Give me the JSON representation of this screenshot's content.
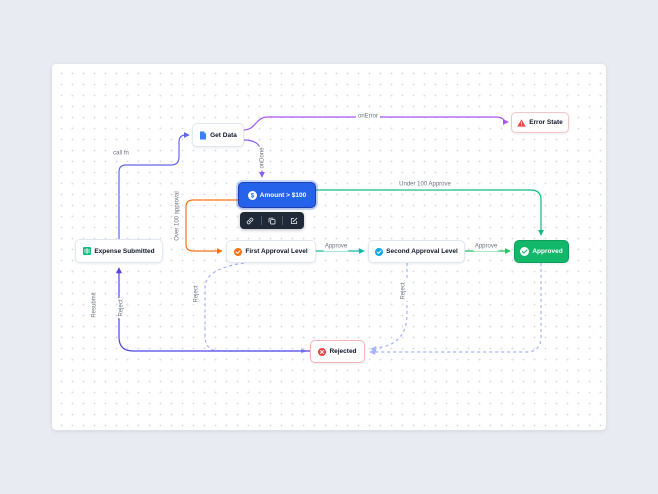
{
  "nodes": {
    "expense_submitted": {
      "label": "Expense Submitted"
    },
    "get_data": {
      "label": "Get Data"
    },
    "amount": {
      "label": "Amount > $100"
    },
    "error_state": {
      "label": "Error State"
    },
    "first_approval": {
      "label": "First Approval Level"
    },
    "second_approval": {
      "label": "Second Approval Level"
    },
    "approved": {
      "label": "Approved"
    },
    "rejected": {
      "label": "Rejected"
    }
  },
  "edge_labels": {
    "call_fn": "call fn",
    "on_error": "onError",
    "on_done": "onDone",
    "under_100": "Under 100 Approve",
    "over_100": "Over 100 approval",
    "approve_1": "Approve",
    "approve_2": "Approve",
    "reject_1": "Reject",
    "reject_2": "Reject",
    "resubmit": "Resubmit",
    "reject_left": "Reject"
  },
  "icons": {
    "amount_glyph": "$",
    "error_glyph": "!"
  },
  "edges": [
    {
      "from": "Expense Submitted",
      "to": "Get Data",
      "label": "call fn",
      "color": "#6366f1",
      "style": "solid"
    },
    {
      "from": "Get Data",
      "to": "Error State",
      "label": "onError",
      "color": "#a855f7",
      "style": "solid"
    },
    {
      "from": "Get Data",
      "to": "Amount > $100",
      "label": "onDone",
      "color": "#8b5cf6",
      "style": "solid"
    },
    {
      "from": "Amount > $100",
      "to": "Approved",
      "label": "Under 100 Approve",
      "color": "#10b981",
      "style": "solid"
    },
    {
      "from": "Amount > $100",
      "to": "First Approval Level",
      "label": "Over 100 approval",
      "color": "#f97316",
      "style": "solid"
    },
    {
      "from": "First Approval Level",
      "to": "Second Approval Level",
      "label": "Approve",
      "color": "#14b8a6",
      "style": "solid"
    },
    {
      "from": "Second Approval Level",
      "to": "Approved",
      "label": "Approve",
      "color": "#22c55e",
      "style": "solid"
    },
    {
      "from": "First Approval Level",
      "to": "Rejected",
      "label": "Reject",
      "color": "#a5b4fc",
      "style": "dashed"
    },
    {
      "from": "Second Approval Level",
      "to": "Rejected",
      "label": "Reject",
      "color": "#a5b4fc",
      "style": "dashed"
    },
    {
      "from": "Approved",
      "to": "Rejected",
      "label": "",
      "color": "#a5b4fc",
      "style": "dashed"
    },
    {
      "from": "Rejected",
      "to": "Expense Submitted",
      "label": "Resubmit",
      "color": "#4f46e5",
      "style": "solid"
    }
  ],
  "colors": {
    "page_bg": "#e9ebf2",
    "canvas_bg": "#ffffff",
    "selected_node_bg": "#2563eb",
    "approved_bg": "#12b76a",
    "error_red": "#ef4444",
    "orange": "#f97316",
    "sky": "#0ea5e9",
    "teal": "#14b8a6",
    "indigo": "#4f46e5",
    "purple": "#a855f7",
    "green": "#10b981",
    "dashed_edge": "#a5b4fc"
  }
}
